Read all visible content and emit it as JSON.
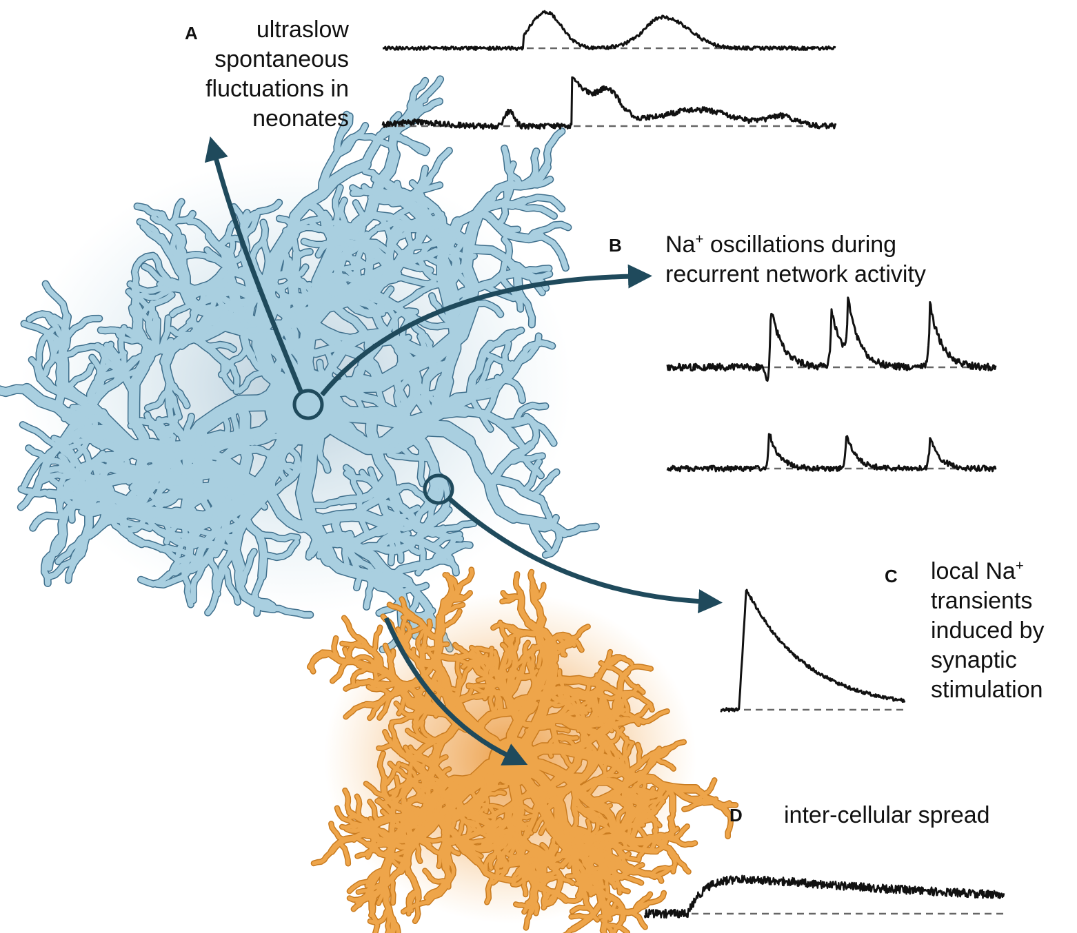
{
  "panels": {
    "a": {
      "letter": "A",
      "lines": [
        "ultraslow",
        "spontaneous",
        "fluctuations in",
        "neonates"
      ]
    },
    "b": {
      "letter": "B",
      "line1_pre": "Na",
      "line1_sup": "+",
      "line1_post": " oscillations during",
      "line2": "recurrent network activity"
    },
    "c": {
      "letter": "C",
      "line1_pre": "local Na",
      "line1_sup": "+",
      "lines_rest": [
        "transients",
        "induced by",
        "synaptic",
        "stimulation"
      ]
    },
    "d": {
      "letter": "D",
      "text": "inter-cellular spread"
    }
  },
  "colors": {
    "astrocyte_blue": "#a9cfe0",
    "astrocyte_blue_outline": "#3f6f8c",
    "astrocyte_orange": "#eea54a",
    "astrocyte_orange_outline": "#c97b1f",
    "arrow": "#1f4a5c",
    "trace": "#111111",
    "baseline": "#666666"
  },
  "icons": {
    "cell_1": "astrocyte-illustration",
    "cell_2": "astrocyte-illustration",
    "soma_marker": "circle-marker",
    "process_marker": "circle-marker"
  }
}
